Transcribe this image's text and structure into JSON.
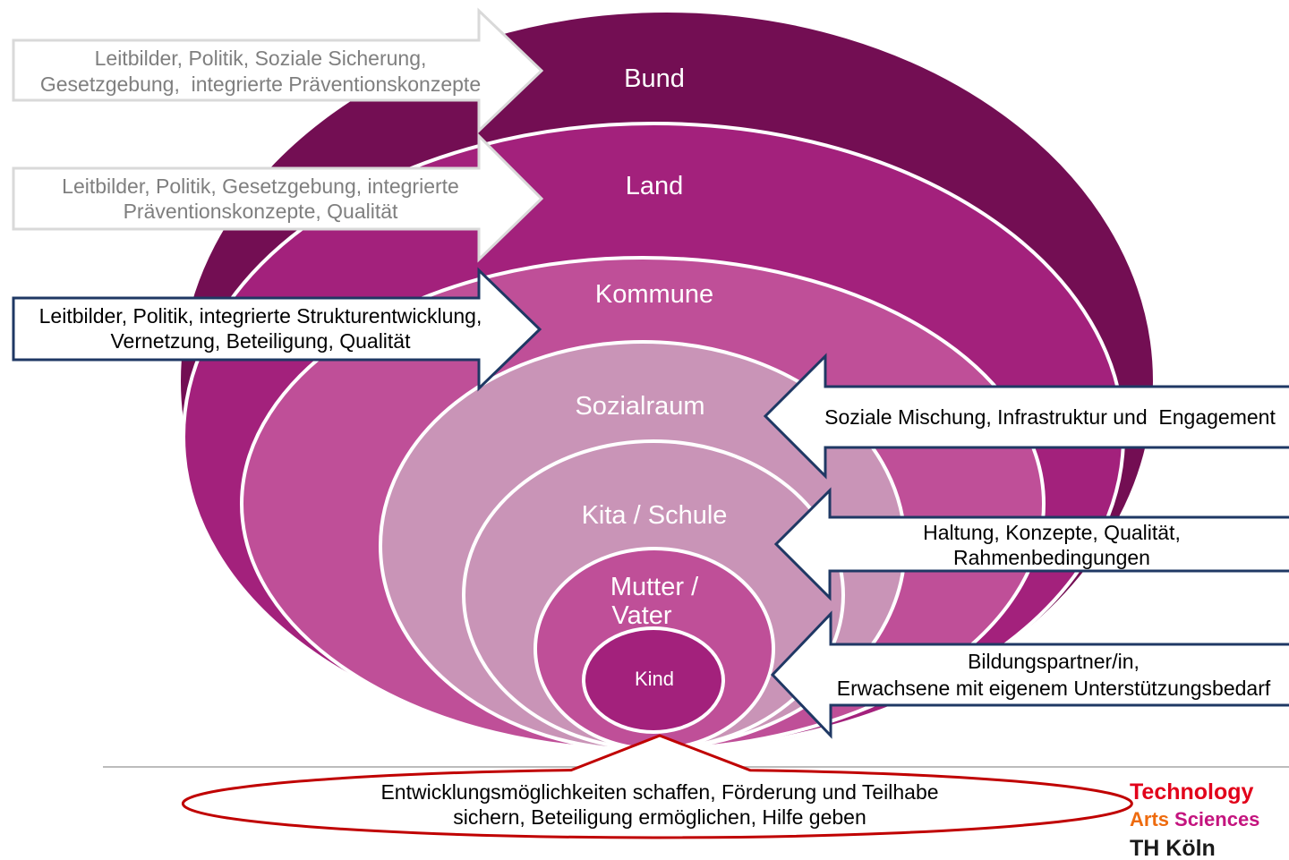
{
  "diagram": {
    "levels": [
      {
        "label": "Bund",
        "color": "#730e53"
      },
      {
        "label": "Land",
        "color": "#a3217c"
      },
      {
        "label": "Kommune",
        "color": "#bf4f98"
      },
      {
        "label": "Sozialraum",
        "color": "#c994b7"
      },
      {
        "label": "Kita / Schule",
        "color": "#c994b7"
      },
      {
        "label_lines": [
          "Mutter /",
          "Vater"
        ],
        "color": "#bf4f98"
      },
      {
        "label": "Kind",
        "color": "#a3217c"
      }
    ],
    "arrows_left": [
      {
        "lines": [
          "Leitbilder, Politik, Soziale Sicherung,",
          "Gesetzgebung,  integrierte Präventionskonzepte"
        ],
        "outline_color": "#d9d9d9",
        "text_color": "#7f7f7f"
      },
      {
        "lines": [
          "Leitbilder, Politik, Gesetzgebung, integrierte",
          "Präventionskonzepte, Qualität"
        ],
        "outline_color": "#d9d9d9",
        "text_color": "#7f7f7f"
      },
      {
        "lines": [
          "Leitbilder, Politik, integrierte Strukturentwicklung,",
          "Vernetzung, Beteiligung, Qualität"
        ],
        "outline_color": "#1f3864",
        "text_color": "#000000"
      }
    ],
    "arrows_right": [
      {
        "lines": [
          "Soziale Mischung, Infrastruktur und  Engagement"
        ],
        "outline_color": "#1f3864",
        "text_color": "#000000"
      },
      {
        "lines": [
          "Haltung, Konzepte, Qualität,",
          "Rahmenbedingungen"
        ],
        "outline_color": "#1f3864",
        "text_color": "#000000"
      },
      {
        "lines": [
          "Bildungspartner/in,",
          "Erwachsene mit eigenem Unterstützungsbedarf"
        ],
        "outline_color": "#1f3864",
        "text_color": "#000000"
      }
    ],
    "goal": {
      "lines": [
        "Entwicklungsmöglichkeiten schaffen, Förderung und Teilhabe",
        "sichern, Beteiligung ermöglichen, Hilfe geben"
      ],
      "outline_color": "#c00000"
    },
    "divider_color": "#a6a6a6"
  },
  "logo": {
    "line1": "Technology",
    "line2": [
      "Arts",
      "Sciences"
    ],
    "line3": "TH Köln",
    "colors": {
      "technology": "#e2001a",
      "arts": "#ee6b0e",
      "sciences": "#c4147e",
      "th_koeln": "#1a1a1a"
    }
  }
}
